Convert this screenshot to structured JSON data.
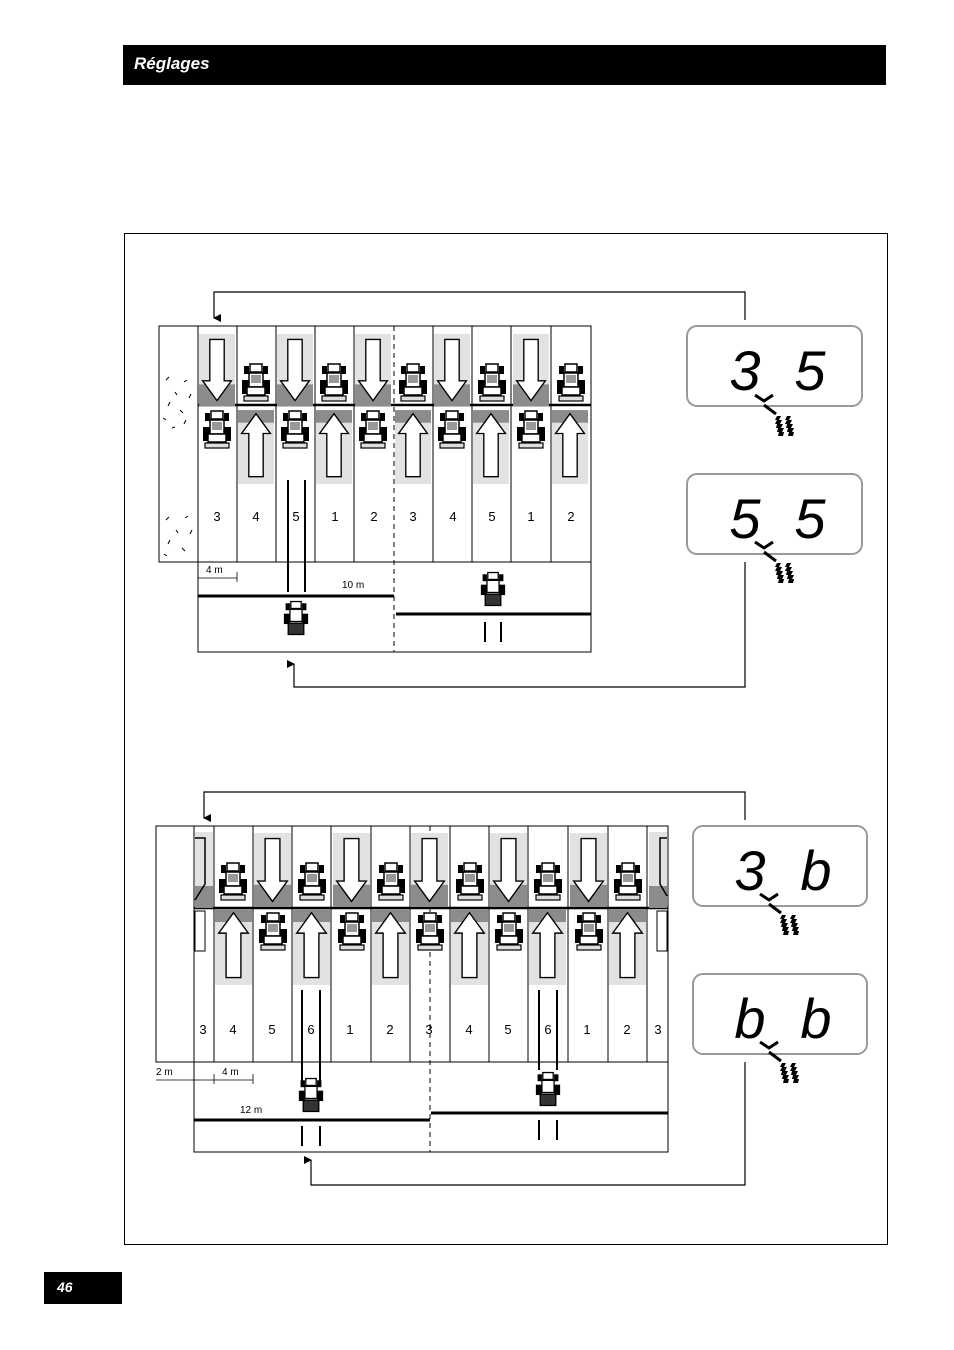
{
  "header": {
    "title": "Réglages"
  },
  "page": {
    "number": "46"
  },
  "diagram1": {
    "tracks": [
      "3",
      "4",
      "5",
      "1",
      "2",
      "3",
      "4",
      "5",
      "1",
      "2"
    ],
    "dim_track_width": "4 m",
    "dim_machine_width": "10 m",
    "display_top": {
      "left_digit": "3",
      "right_digit": "5"
    },
    "display_bottom": {
      "left_digit": "5",
      "right_digit": "5"
    }
  },
  "diagram2": {
    "tracks": [
      "3",
      "4",
      "5",
      "6",
      "1",
      "2",
      "3",
      "4",
      "5",
      "6",
      "1",
      "2",
      "3"
    ],
    "dim_edge_width": "2 m",
    "dim_track_width": "4 m",
    "dim_machine_width": "12 m",
    "display_top": {
      "left_digit": "3",
      "right_digit": "b"
    },
    "display_bottom": {
      "left_digit": "b",
      "right_digit": "b"
    }
  }
}
